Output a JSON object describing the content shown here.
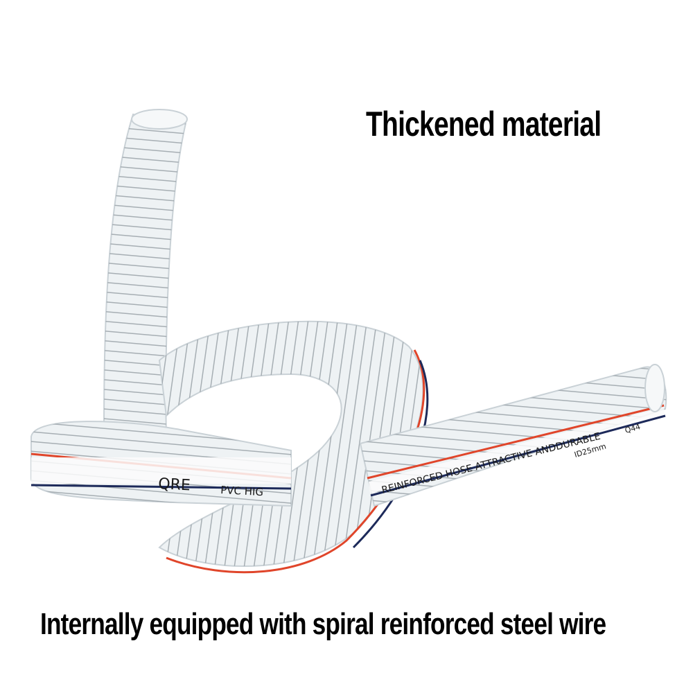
{
  "headline_top": "Thickened material",
  "headline_bottom": "Internally equipped with spiral reinforced steel wire",
  "hose": {
    "brand": "QRE",
    "print_left": "PVC HIG",
    "print_right": "REINFORCED HOSE ATTRACTIVE ANDDURABLE",
    "size_mark": "ID25mm",
    "code_mark": "Q44",
    "stripe_red": "#e0452a",
    "stripe_navy": "#1d2a5a",
    "wire_color": "#9aa2a8",
    "tube_color": "#e9eef1"
  }
}
